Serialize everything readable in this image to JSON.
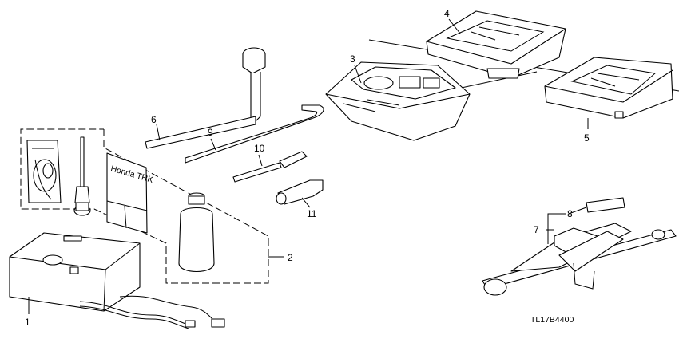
{
  "diagram": {
    "parts": [
      {
        "number": "1",
        "name": "tire-repair-compressor"
      },
      {
        "number": "2",
        "name": "tire-repair-kit"
      },
      {
        "number": "3",
        "name": "tool-tray-front"
      },
      {
        "number": "4",
        "name": "tool-tray-upper"
      },
      {
        "number": "5",
        "name": "tool-tray-lower"
      },
      {
        "number": "6",
        "name": "wheel-nut-wrench"
      },
      {
        "number": "7",
        "name": "scissor-jack"
      },
      {
        "number": "8",
        "name": "jack-label"
      },
      {
        "number": "9",
        "name": "jack-handle-bar"
      },
      {
        "number": "10",
        "name": "screwdriver-tool"
      },
      {
        "number": "11",
        "name": "towing-hook"
      }
    ],
    "kit_manual_text": "Honda TRK",
    "diagram_code": "TL17B4400"
  }
}
